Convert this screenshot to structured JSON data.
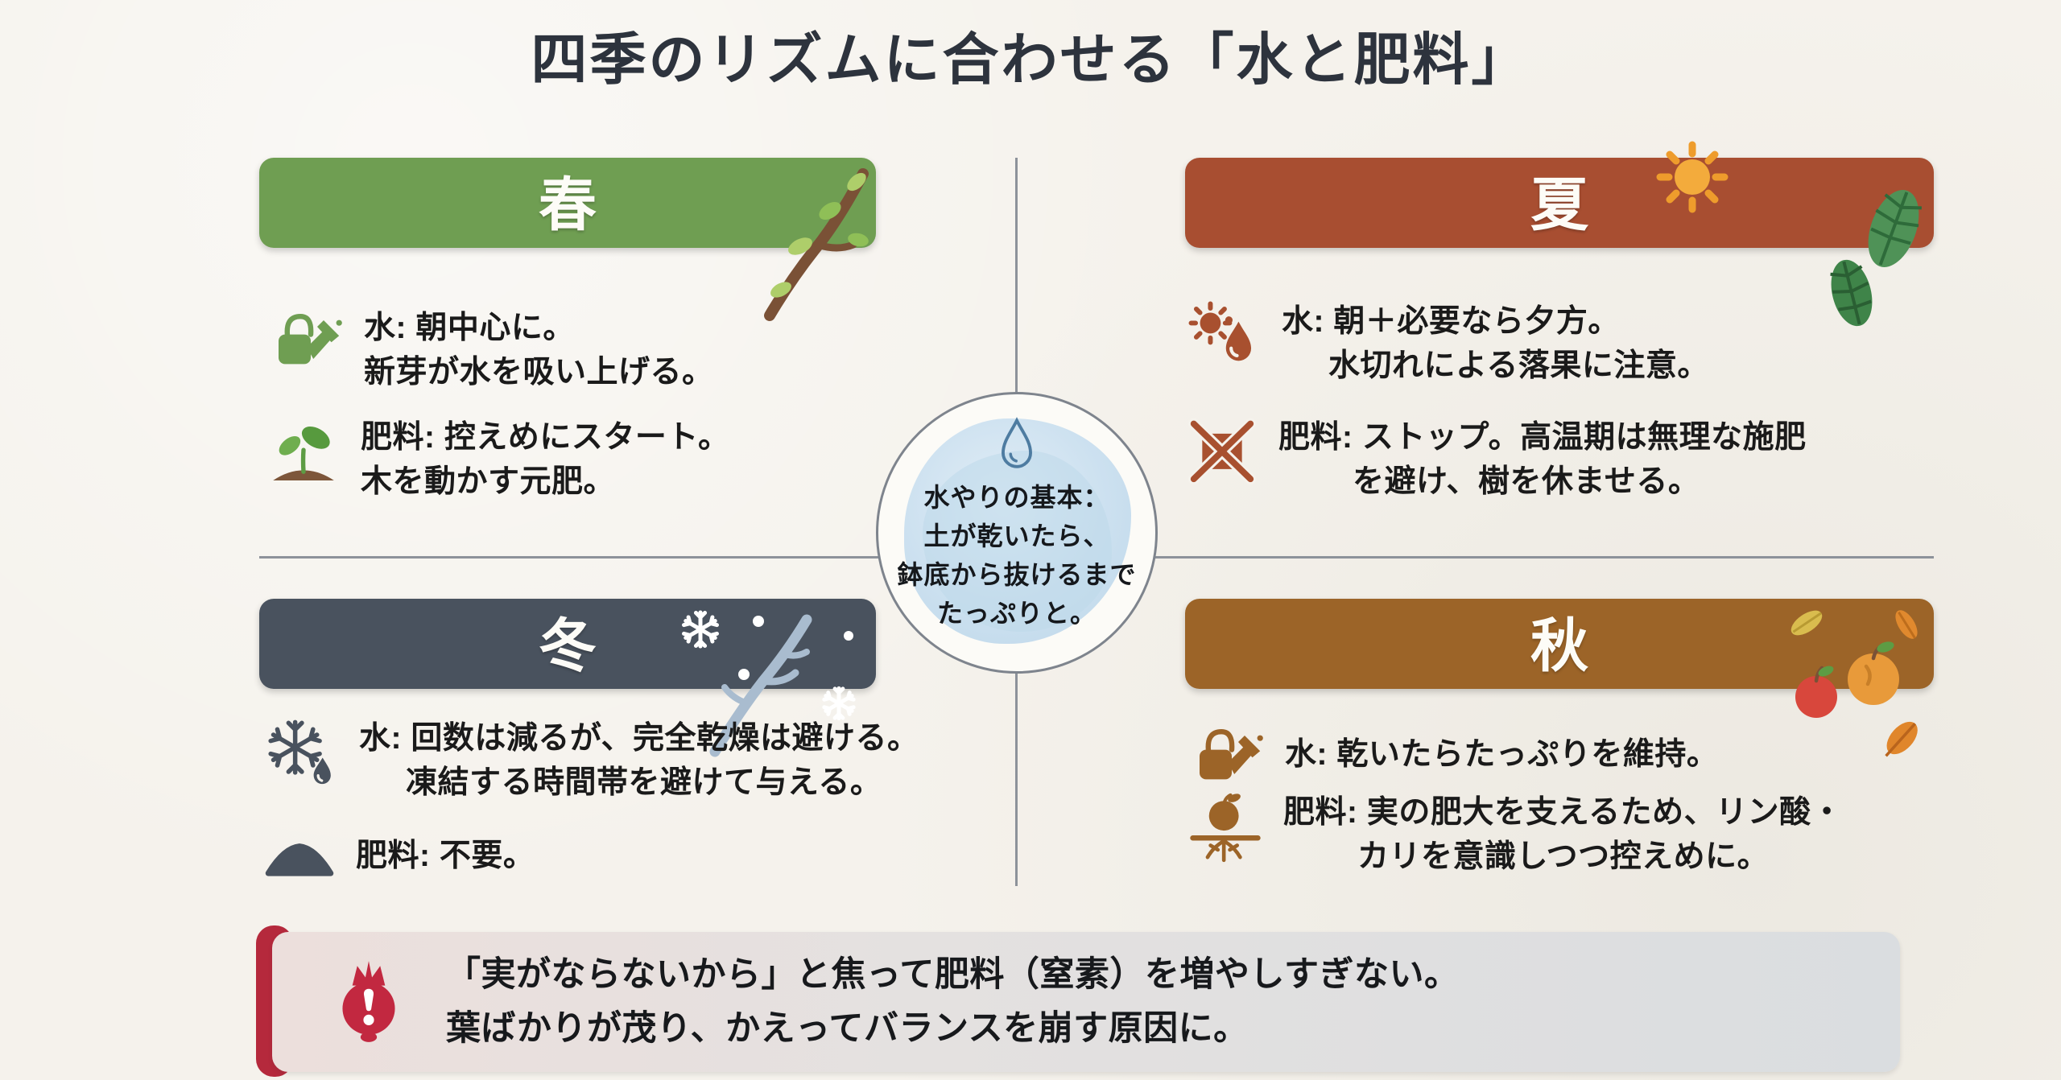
{
  "title": "四季のリズムに合わせる「水と肥料」",
  "center": {
    "icon": "water-drop-icon",
    "lines": [
      "水やりの基本：",
      "土が乾いたら、",
      "鉢底から抜けるまで",
      "たっぷりと。"
    ]
  },
  "seasons": {
    "spring": {
      "label": "春",
      "color": "#6f9e52",
      "water_icon": "watering-can-icon",
      "water_line1": "水: 朝中心に。",
      "water_line2": "新芽が水を吸い上げる。",
      "fert_icon": "seedling-icon",
      "fert_line1": "肥料: 控えめにスタート。",
      "fert_line2": "木を動かす元肥。"
    },
    "summer": {
      "label": "夏",
      "color": "#a84e31",
      "water_icon": "sun-and-drop-icon",
      "water_line1": "水: 朝＋必要なら夕方。",
      "water_line2": "水切れによる落果に注意。",
      "fert_icon": "no-fertilizer-icon",
      "fert_line1": "肥料: ストップ。高温期は無理な施肥",
      "fert_line2": "を避け、樹を休ませる。"
    },
    "winter": {
      "label": "冬",
      "color": "#49525e",
      "water_icon": "snowflake-drop-icon",
      "water_line1": "水: 回数は減るが、完全乾燥は避ける。",
      "water_line2": "凍結する時間帯を避けて与える。",
      "fert_icon": "soil-mound-icon",
      "fert_line1": "肥料: 不要。"
    },
    "autumn": {
      "label": "秋",
      "color": "#9c6428",
      "water_icon": "watering-can-icon",
      "water_line1": "水: 乾いたらたっぷりを維持。",
      "fert_icon": "fruit-roots-icon",
      "fert_line1": "肥料: 実の肥大を支えるため、リン酸・",
      "fert_line2": "カリを意識しつつ控えめに。"
    }
  },
  "warning": {
    "icon": "pomegranate-alert-icon",
    "accent_color": "#b5293c",
    "line1": "「実がならないから」と焦って肥料（窒素）を増やしすぎない。",
    "line2": "葉ばかりが茂り、かえってバランスを崩す原因に。"
  }
}
